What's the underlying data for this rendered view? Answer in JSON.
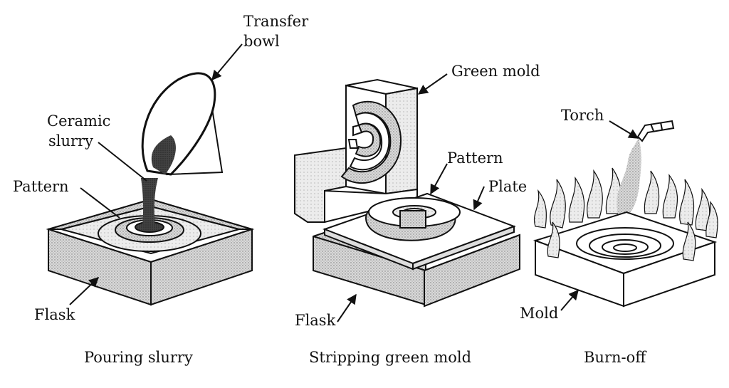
{
  "panels": [
    {
      "caption": "Pouring slurry",
      "labels": {
        "transfer_bowl": [
          "Transfer",
          "bowl"
        ],
        "ceramic_slurry": [
          "Ceramic",
          "slurry"
        ],
        "pattern": "Pattern",
        "flask": "Flask"
      }
    },
    {
      "caption": "Stripping green mold",
      "labels": {
        "green_mold": "Green mold",
        "pattern": "Pattern",
        "plate": "Plate",
        "flask": "Flask"
      }
    },
    {
      "caption": "Burn-off",
      "labels": {
        "torch": "Torch",
        "mold": "Mold"
      }
    }
  ],
  "colors": {
    "ink": "#111111",
    "shade": "#cfcfcf",
    "dark": "#3a3a3a",
    "paper": "#ffffff"
  }
}
